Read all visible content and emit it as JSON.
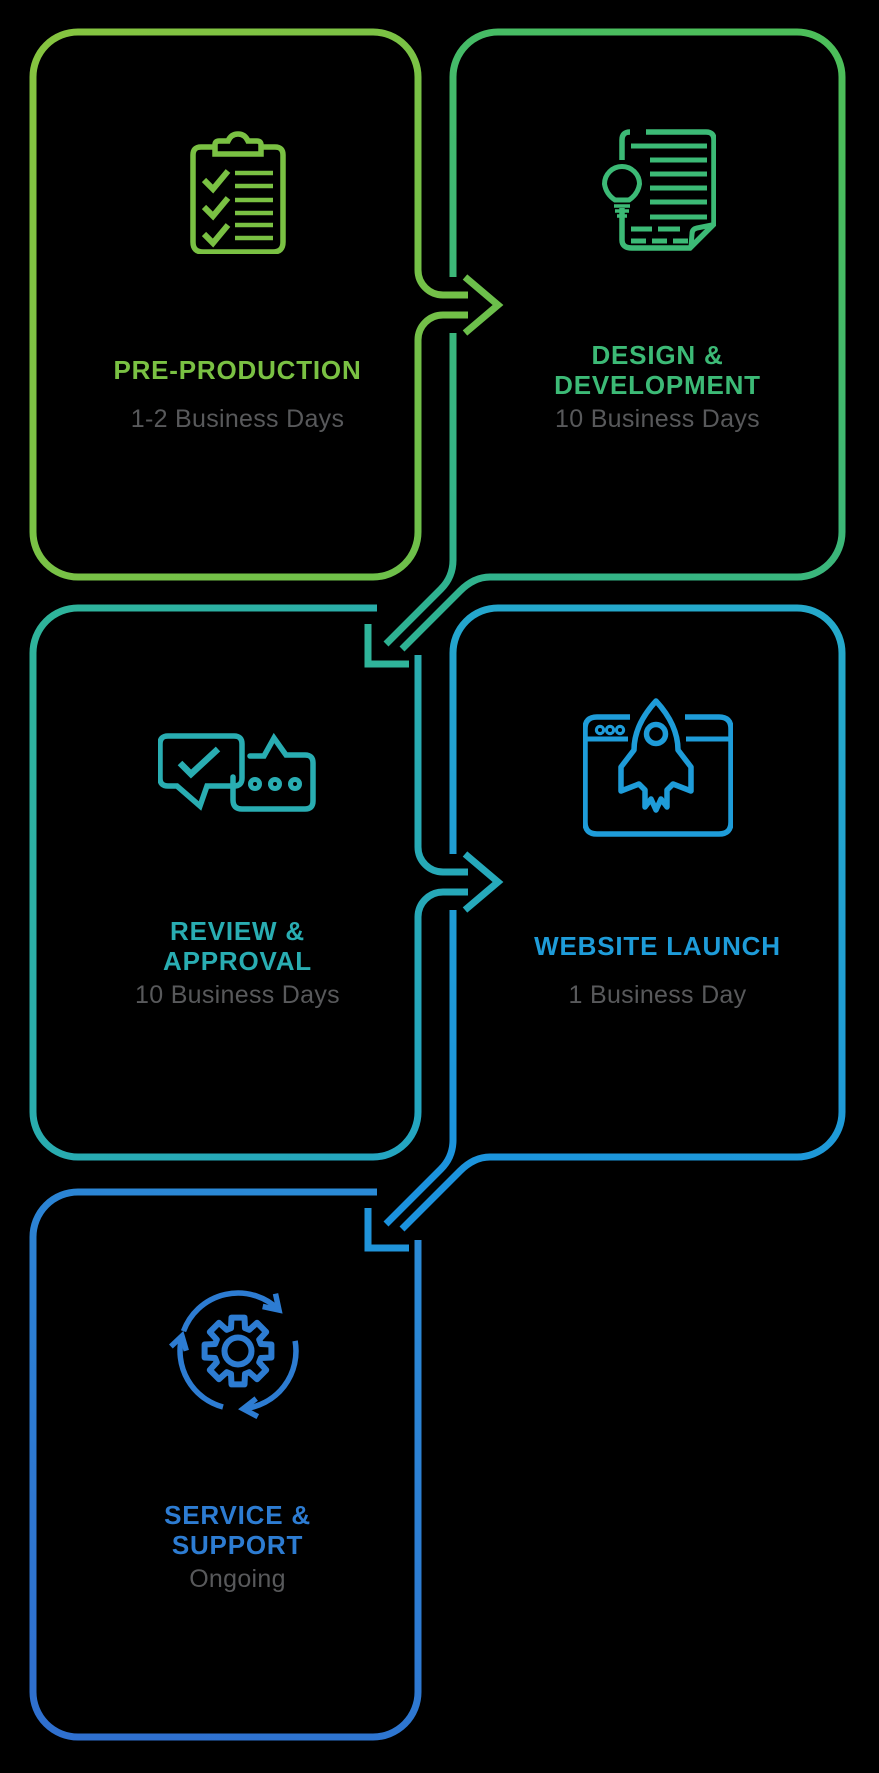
{
  "diagram": {
    "name": "website-process-flow",
    "background": "#000000",
    "subtitle_color": "#58595b"
  },
  "steps": [
    {
      "id": "pre-production",
      "title_line1": "PRE-PRODUCTION",
      "title_line2": "",
      "subtitle": "1-2 Business Days",
      "icon": "clipboard-checklist-icon",
      "color": "#7ac143",
      "grad_start": "#86c440",
      "grad_end": "#6cbf4b"
    },
    {
      "id": "design-development",
      "title_line1": "DESIGN &",
      "title_line2": "DEVELOPMENT",
      "subtitle": "10 Business Days",
      "icon": "document-lightbulb-icon",
      "color": "#3cba76",
      "grad_start": "#4cbe5a",
      "grad_end": "#2eb192"
    },
    {
      "id": "review-approval",
      "title_line1": "REVIEW &",
      "title_line2": "APPROVAL",
      "subtitle": "10 Business Days",
      "icon": "chat-bubbles-check-icon",
      "color": "#29adb2",
      "grad_start": "#2fb49a",
      "grad_end": "#23a4c4"
    },
    {
      "id": "website-launch",
      "title_line1": "WEBSITE LAUNCH",
      "title_line2": "",
      "subtitle": "1 Business Day",
      "icon": "browser-rocket-icon",
      "color": "#1e9cd9",
      "grad_start": "#25a9cb",
      "grad_end": "#1b92de"
    },
    {
      "id": "service-support",
      "title_line1": "SERVICE &",
      "title_line2": "SUPPORT",
      "subtitle": "Ongoing",
      "icon": "gear-sync-icon",
      "color": "#2d7cd2",
      "grad_start": "#2a8ad6",
      "grad_end": "#2f70cf"
    }
  ],
  "connectors": [
    {
      "type": "arrow-right",
      "from": "pre-production",
      "to": "design-development",
      "color": "#6cbf4b"
    },
    {
      "type": "arrow-diagonal-down-left",
      "from": "design-development",
      "to": "review-approval",
      "color": "#2fb49a"
    },
    {
      "type": "arrow-right",
      "from": "review-approval",
      "to": "website-launch",
      "color": "#26a9bb"
    },
    {
      "type": "arrow-diagonal-down-left",
      "from": "website-launch",
      "to": "service-support",
      "color": "#2094da"
    }
  ]
}
